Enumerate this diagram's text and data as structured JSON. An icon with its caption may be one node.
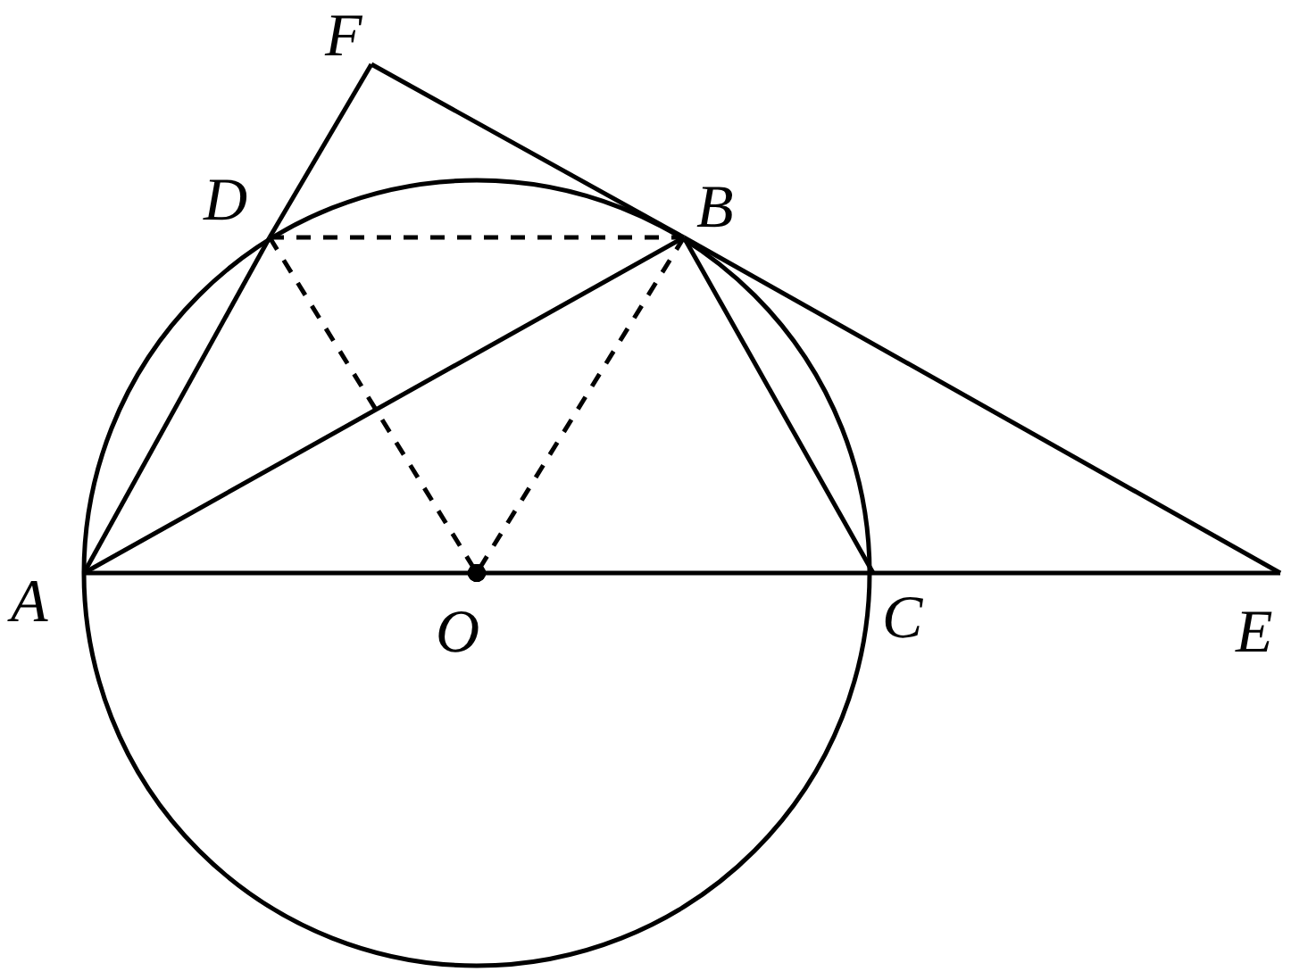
{
  "diagram": {
    "nodes": [
      {
        "text": [
          "A"
        ]
      },
      {
        "text": [
          "O"
        ]
      },
      {
        "text": [
          "C"
        ]
      },
      {
        "text": [
          "E"
        ]
      },
      {
        "text": [
          "D"
        ]
      },
      {
        "text": [
          "B"
        ]
      },
      {
        "text": [
          "F"
        ]
      }
    ],
    "edges": [
      {
        "from": 0,
        "to": 4,
        "arrow": "none"
      },
      {
        "from": 4,
        "to": 6,
        "arrow": "none"
      },
      {
        "from": 6,
        "to": 5,
        "arrow": "none"
      },
      {
        "from": 5,
        "to": 3,
        "arrow": "none"
      },
      {
        "from": 0,
        "to": 5,
        "arrow": "none"
      },
      {
        "from": 5,
        "to": 2,
        "arrow": "none"
      },
      {
        "from": 0,
        "to": 1,
        "arrow": "other"
      },
      {
        "from": 2,
        "to": 1,
        "arrow": "other"
      },
      {
        "from": 2,
        "to": 3,
        "arrow": "none"
      },
      {
        "from": 4,
        "to": 5,
        "arrow": "none",
        "style": "dashed"
      },
      {
        "from": 4,
        "to": 1,
        "arrow": "other",
        "style": "dashed"
      },
      {
        "from": 5,
        "to": 1,
        "arrow": "other",
        "style": "dashed"
      }
    ]
  }
}
